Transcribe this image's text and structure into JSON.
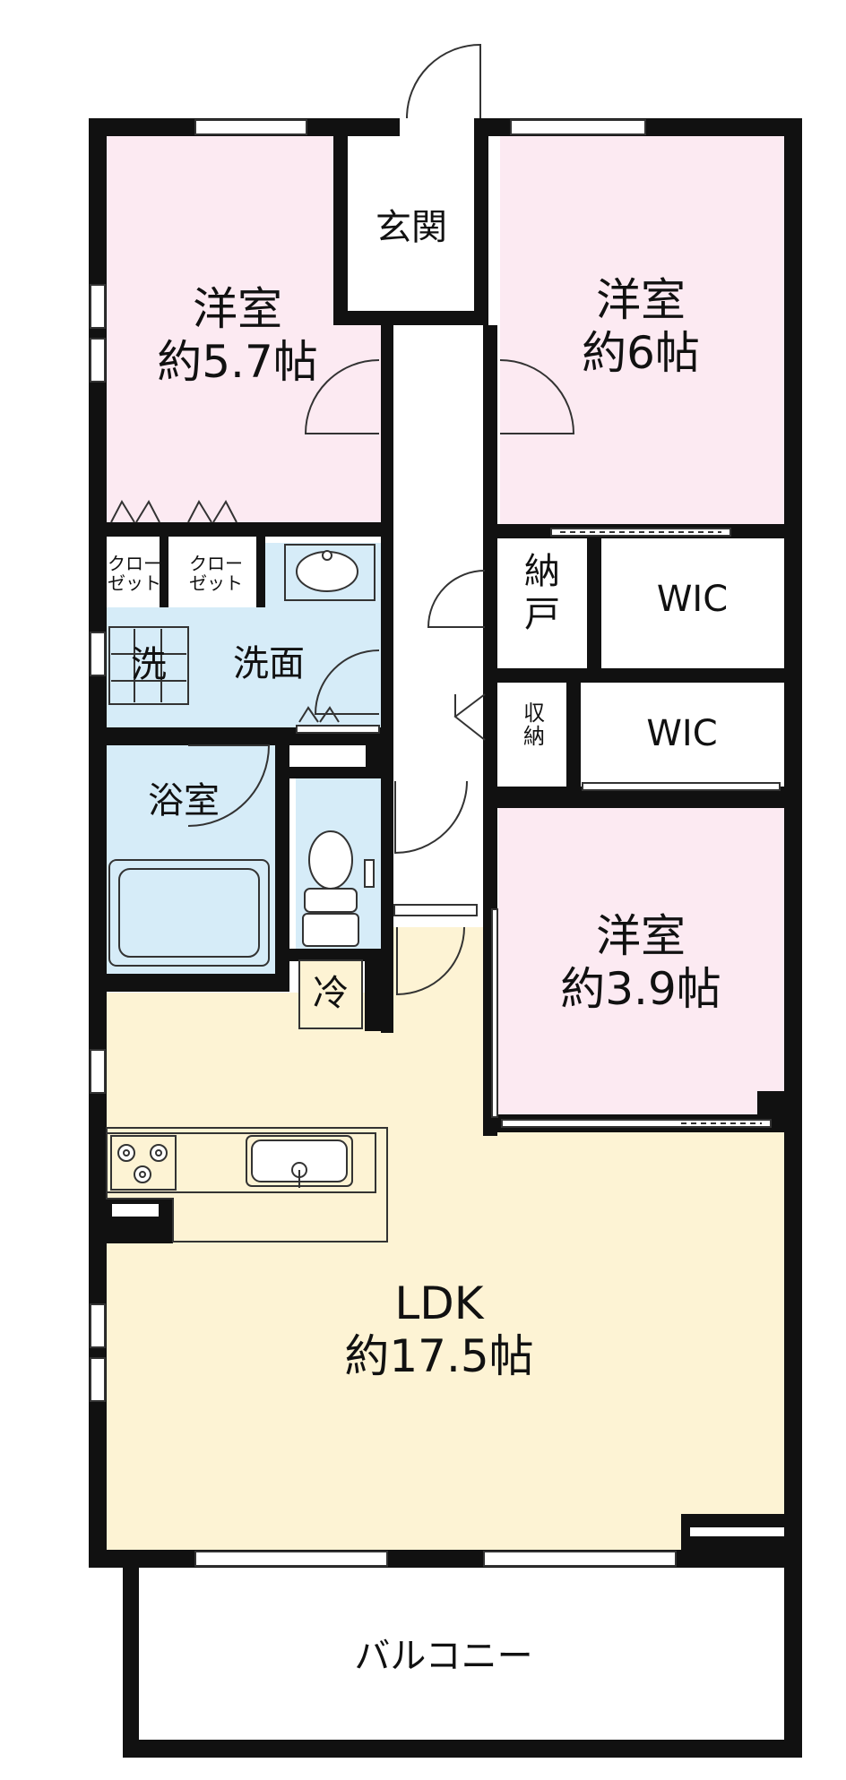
{
  "rooms": {
    "western_room_1": {
      "name": "洋室",
      "size": "約5.7帖"
    },
    "western_room_2": {
      "name": "洋室",
      "size": "約6帖"
    },
    "western_room_3": {
      "name": "洋室",
      "size": "約3.9帖"
    },
    "entrance": "玄関",
    "storeroom": {
      "line1": "納",
      "line2": "戸"
    },
    "wic_1": "WIC",
    "wic_2": "WIC",
    "closet_1": {
      "line1": "クロー",
      "line2": "ゼット"
    },
    "closet_2": {
      "line1": "クロー",
      "line2": "ゼット"
    },
    "washer": "洗",
    "washroom": "洗面",
    "bathroom": "浴室",
    "storage": {
      "line1": "収",
      "line2": "納"
    },
    "fridge": "冷",
    "ldk": {
      "name": "LDK",
      "size": "約17.5帖"
    },
    "balcony": "バルコニー"
  },
  "colors": {
    "western_room": "#fceaf2",
    "wet_area": "#d6ecf8",
    "ldk": "#fdf3d4",
    "wall": "#111111",
    "floor_plain": "#ffffff"
  }
}
